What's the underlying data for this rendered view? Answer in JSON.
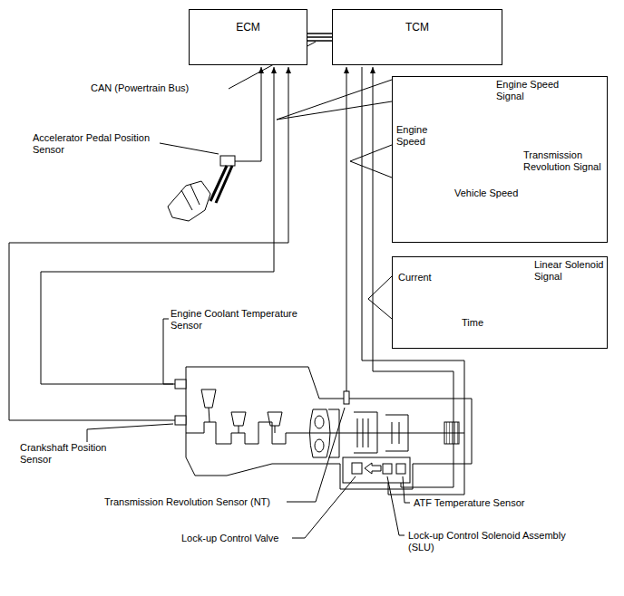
{
  "diagram": {
    "nodes": [
      {
        "text": [
          "ECM"
        ]
      },
      {
        "text": [
          "TCM"
        ]
      },
      {
        "text": [
          "Engine Speed Signal",
          "Engine Speed",
          "Transmission Revolution Signal",
          "Vehicle Speed"
        ]
      },
      {
        "text": [
          "Linear Solenoid Signal",
          "Current",
          "Time"
        ]
      }
    ],
    "edges": [
      {
        "from": 0,
        "to": 1,
        "arrow": "none"
      }
    ],
    "labels": [
      "CAN (Powertrain Bus)",
      "Accelerator Pedal Position Sensor",
      "Engine Coolant Temperature Sensor",
      "Crankshaft Position Sensor",
      "Transmission Revolution Sensor (NT)",
      "Lock-up Control Valve",
      "Lock-up Control Solenoid Assembly (SLU)",
      "ATF Temperature Sensor"
    ]
  }
}
